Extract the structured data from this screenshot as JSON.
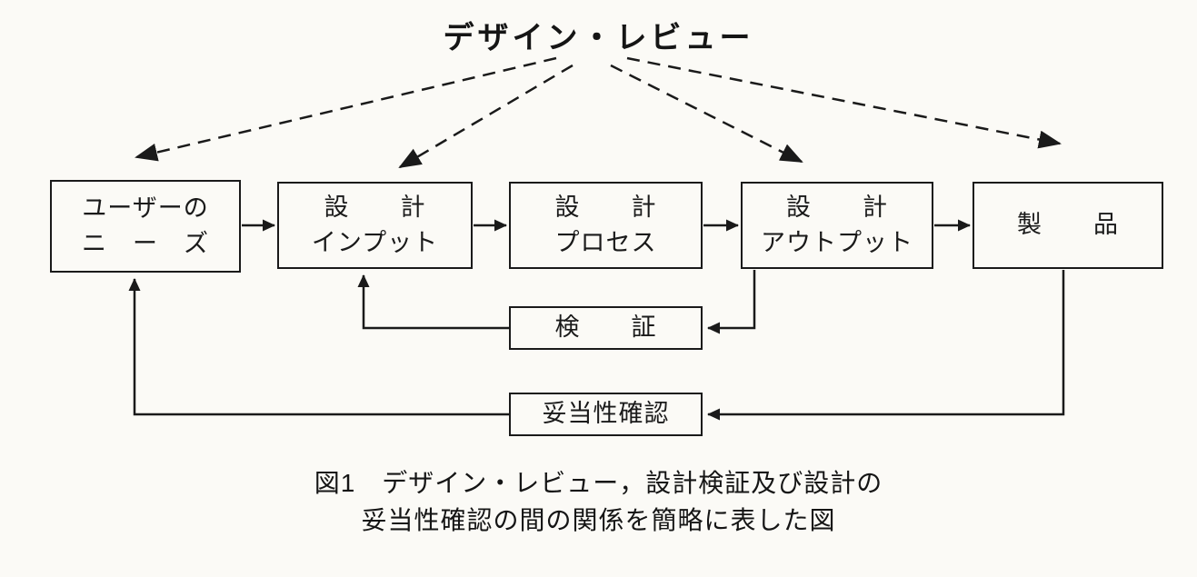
{
  "title": "デザイン・レビュー",
  "boxes": {
    "user_needs": {
      "line1": "ユーザーの",
      "line2": "ニ　ー　ズ"
    },
    "design_input": {
      "line1": "設　　計",
      "line2": "インプット"
    },
    "design_process": {
      "line1": "設　　計",
      "line2": "プロセス"
    },
    "design_output": {
      "line1": "設　　計",
      "line2": "アウトプット"
    },
    "product": {
      "label": "製　　品"
    },
    "verification": {
      "label": "検　　証"
    },
    "validation": {
      "label": "妥当性確認"
    }
  },
  "caption": {
    "line1": "図1　デザイン・レビュー，設計検証及び設計の",
    "line2": "妥当性確認の間の関係を簡略に表した図"
  },
  "colors": {
    "ink": "#1a1a1a",
    "paper": "#fbfaf6"
  }
}
